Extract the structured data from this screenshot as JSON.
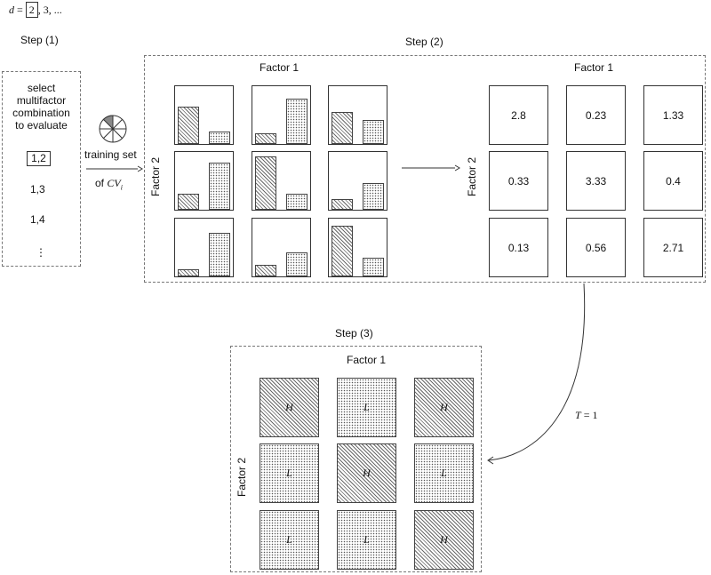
{
  "header": {
    "d_var": "d",
    "d_eq": "=",
    "d_boxed": "2",
    "d_rest": ", 3, ..."
  },
  "step1": {
    "title": "Step (1)",
    "line1": "select",
    "line2": "multifactor",
    "line3": "combination",
    "line4": "to evaluate",
    "combos": [
      "1,2",
      "1,3",
      "1,4"
    ],
    "ellipsis": "⋮"
  },
  "arrow1": {
    "line1": "training set",
    "line2_prefix": "of ",
    "cv": "CV",
    "cv_sub": "i"
  },
  "step2": {
    "title": "Step (2)",
    "left_factor1": "Factor 1",
    "left_factor2": "Factor 2",
    "right_factor1": "Factor 1",
    "right_factor2": "Factor 2",
    "bar_cells": [
      [
        {
          "h": 0.64,
          "d": 0.22
        },
        {
          "h": 0.18,
          "d": 0.78
        },
        {
          "h": 0.55,
          "d": 0.42
        }
      ],
      [
        {
          "h": 0.28,
          "d": 0.82
        },
        {
          "h": 0.92,
          "d": 0.28
        },
        {
          "h": 0.18,
          "d": 0.46
        }
      ],
      [
        {
          "h": 0.12,
          "d": 0.76
        },
        {
          "h": 0.2,
          "d": 0.41
        },
        {
          "h": 0.87,
          "d": 0.32
        }
      ]
    ],
    "ratios": [
      [
        "2.8",
        "0.23",
        "1.33"
      ],
      [
        "0.33",
        "3.33",
        "0.4"
      ],
      [
        "0.13",
        "0.56",
        "2.71"
      ]
    ]
  },
  "threshold": {
    "label": "T",
    "eq": "= 1"
  },
  "step3": {
    "title": "Step (3)",
    "factor1": "Factor 1",
    "factor2": "Factor 2",
    "grid": [
      [
        "H",
        "L",
        "H"
      ],
      [
        "L",
        "H",
        "L"
      ],
      [
        "L",
        "L",
        "H"
      ]
    ]
  }
}
